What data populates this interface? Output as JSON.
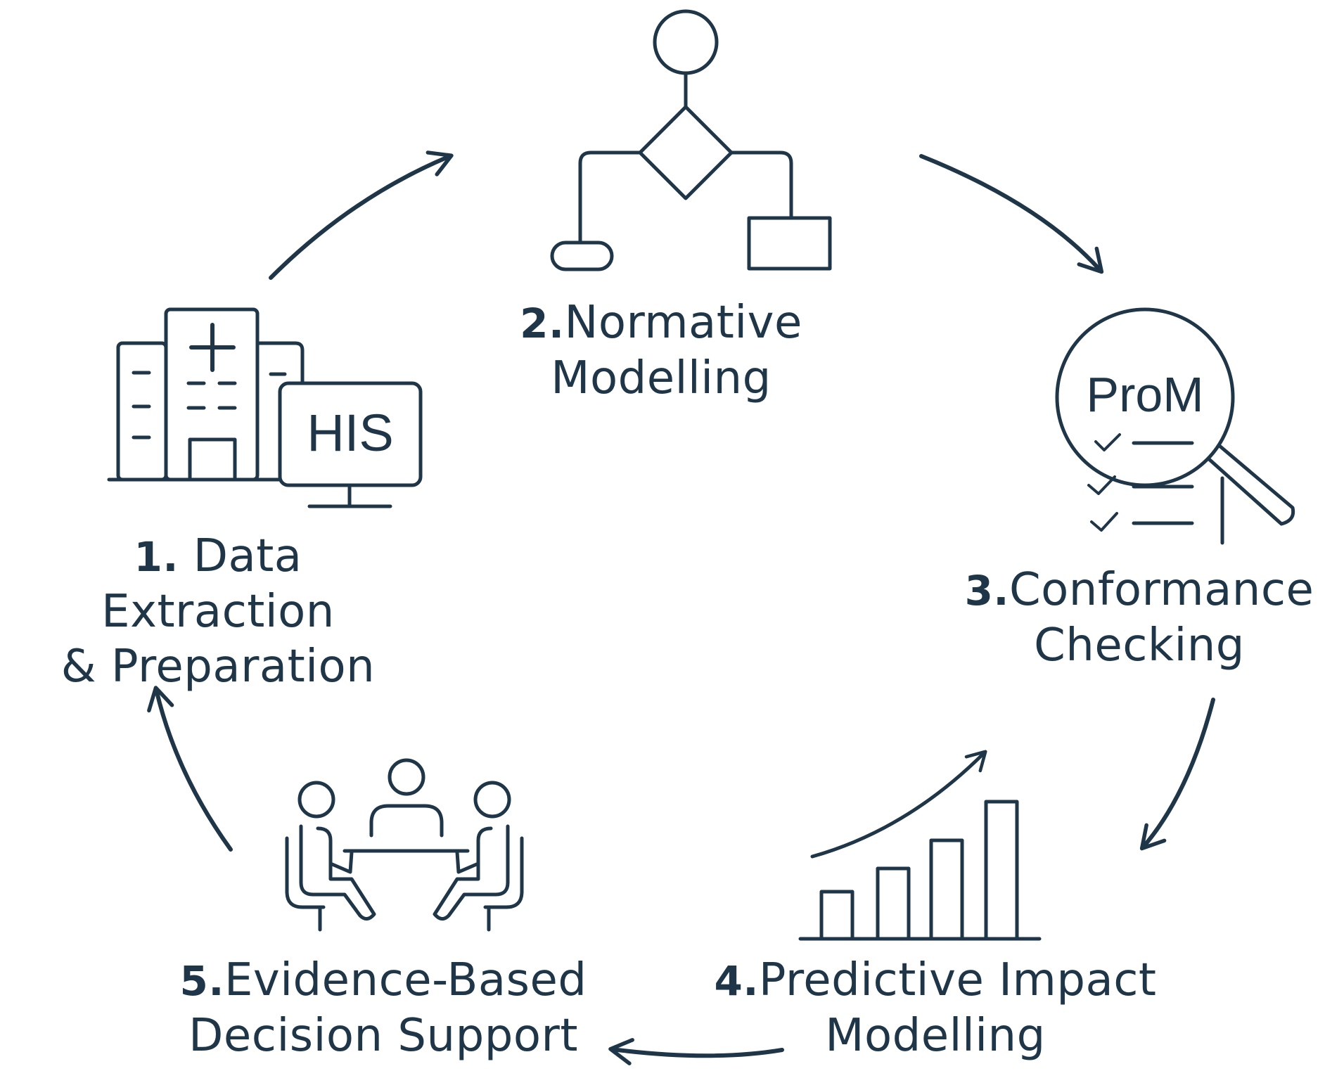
{
  "stages": [
    {
      "number": "1.",
      "line1": "Data Extraction",
      "line2": "& Preparation"
    },
    {
      "number": "2.",
      "line1": "Normative",
      "line2": "Modelling"
    },
    {
      "number": "3.",
      "line1": "Conformance",
      "line2": "Checking"
    },
    {
      "number": "4.",
      "line1": "Predictive Impact",
      "line2": "Modelling"
    },
    {
      "number": "5.",
      "line1": "Evidence-Based",
      "line2": "Decision Support"
    }
  ],
  "icons": {
    "stage1": "hospital-with-his-monitor-icon",
    "stage2": "flowchart-icon",
    "stage3": "magnifier-checklist-icon",
    "stage4": "rising-bar-chart-icon",
    "stage5": "meeting-table-icon"
  },
  "icon_text": {
    "monitor": "HIS",
    "magnifier": "ProM"
  },
  "colors": {
    "stroke": "#1f3548",
    "background": "#ffffff"
  }
}
